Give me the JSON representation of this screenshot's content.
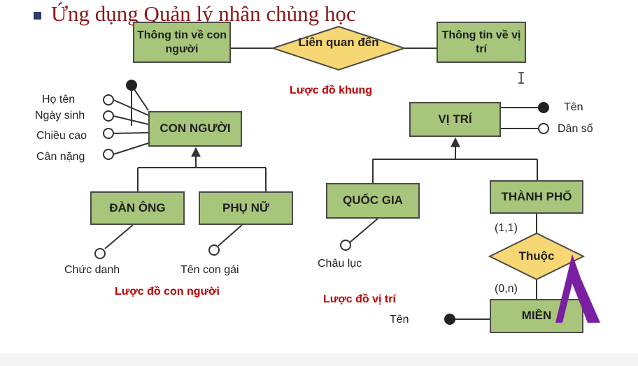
{
  "title": "Ứng dụng Quản lý nhân chủng học",
  "frame": {
    "left_entity": "Thông tin về con người",
    "relationship": "Liên quan đến",
    "right_entity": "Thông tin về vị trí",
    "caption": "Lược đồ khung"
  },
  "person": {
    "entity": "CON NGƯỜI",
    "attributes": [
      "Họ tên",
      "Ngày sinh",
      "Chiều cao",
      "Cân nặng"
    ],
    "sub_male": "ĐÀN ÔNG",
    "sub_female": "PHỤ NỮ",
    "male_attr": "Chức danh",
    "female_attr": "Tên con gái",
    "caption": "Lược đồ con người"
  },
  "location": {
    "entity": "VỊ TRÍ",
    "attr_key": "Tên",
    "attr_pop": "Dân số",
    "sub_country": "QUỐC GIA",
    "sub_city": "THÀNH PHỐ",
    "country_attr": "Châu lục",
    "relationship": "Thuộc",
    "card_top": "(1,1)",
    "card_bottom": "(0,n)",
    "region": "MIỀN",
    "region_attr": "Tên",
    "caption": "Lược đồ vị trí"
  },
  "colors": {
    "entity_fill": "#a7c67c",
    "relationship_fill": "#f7d774",
    "title": "#8b1a1a",
    "caption": "#c00000",
    "logo": "#7b1fa2"
  }
}
